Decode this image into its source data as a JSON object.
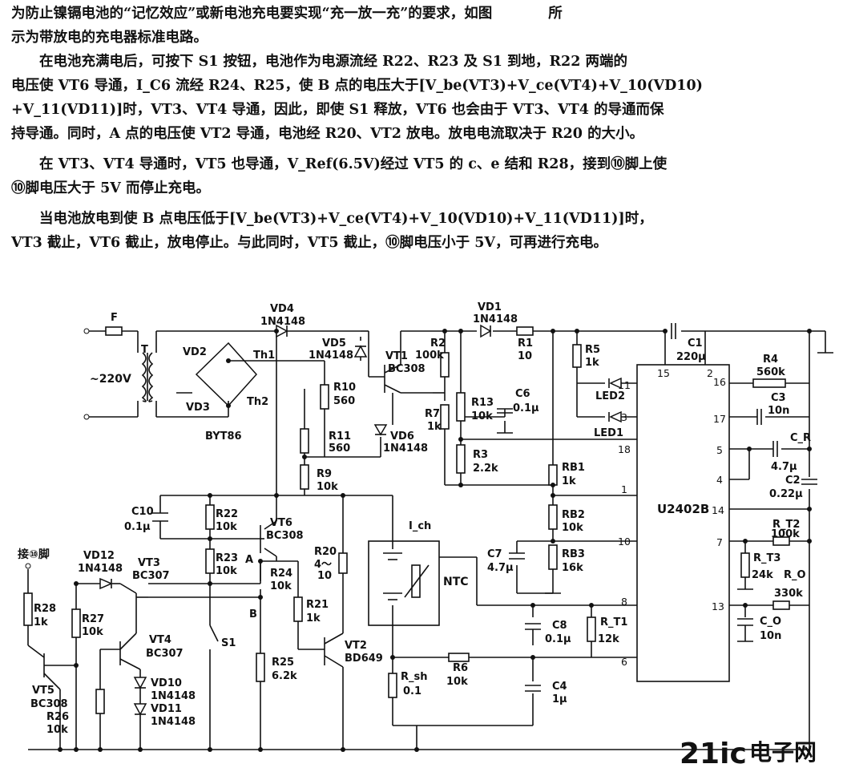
{
  "article": {
    "paragraphs": [
      "为防止镍镉电池的“记忆效应”或新电池充电要实现“充一放一充”的要求，如图　　　　所",
      "示为带放电的充电器标准电路。",
      "　　在电池充满电后，可按下 S1 按钮，电池作为电源流经 R22、R23 及 S1 到地，R22 两端的",
      "电压使 VT6 导通，I_C6 流经 R24、R25，使 B 点的电压大于[V_be(VT3)+V_ce(VT4)+V_10(VD10)",
      "+V_11(VD11)]时，VT3、VT4 导通，因此，即使 S1 释放，VT6 也会由于 VT3、VT4 的导通而保",
      "持导通。同时，A 点的电压使 VT2 导通，电池经 R20、VT2 放电。放电电流取决于 R20 的大小。",
      "　　在 VT3、VT4 导通时，VT5 也导通，V_Ref(6.5V)经过 VT5 的 c、e 结和 R28，接到⑩脚上使",
      "⑩脚电压大于 5V 而停止充电。",
      "　　当电池放电到使 B 点电压低于[V_be(VT3)+V_ce(VT4)+V_10(VD10)+V_11(VD11)]时，",
      "VT3 截止，VT6 截止，放电停止。与此同时，VT5 截止，⑩脚电压小于 5V，可再进行充电。"
    ]
  },
  "schematic": {
    "ic": {
      "name": "U2402B"
    },
    "pins": [
      "15",
      "2",
      "11",
      "3",
      "18",
      "1",
      "10",
      "8",
      "6",
      "16",
      "17",
      "5",
      "4",
      "14",
      "7",
      "13"
    ],
    "labels": {
      "F": "F",
      "T": "T",
      "mains": "~220V",
      "vd4": "VD4",
      "vd4v": "1N4148",
      "vd5": "VD5",
      "vd5v": "1N4148",
      "vd2": "VD2",
      "vd3": "VD3",
      "th1": "Th1",
      "th2": "Th2",
      "byt": "BYT86",
      "r10": "R10",
      "r10v": "560",
      "r11": "R11",
      "r11v": "560",
      "vt1": "VT1",
      "vt1v": "BC308",
      "vd6": "VD6",
      "vd6v": "1N4148",
      "r2": "R2",
      "r2v": "100k",
      "r7": "R7",
      "r7v": "1k",
      "r13": "R13",
      "r13v": "10k",
      "c6": "C6",
      "c6v": "0.1μ",
      "r3": "R3",
      "r3v": "2.2k",
      "vd1": "VD1",
      "vd1v": "1N4148",
      "r1": "R1",
      "r1v": "10",
      "r5": "R5",
      "r5v": "1k",
      "led2": "LED2",
      "led1": "LED1",
      "c1": "C1",
      "c1v": "220μ",
      "rb1": "RB1",
      "rb1v": "1k",
      "rb2": "RB2",
      "rb2v": "10k",
      "rb3": "RB3",
      "rb3v": "16k",
      "c7": "C7",
      "c7v": "4.7μ",
      "r9": "R9",
      "r9v": "10k",
      "c10": "C10",
      "c10v": "0.1μ",
      "r22": "R22",
      "r22v": "10k",
      "vt6": "VT6",
      "vt6v": "BC308",
      "r23": "R23",
      "r23v": "10k",
      "r24": "R24",
      "r24v": "10k",
      "a": "A",
      "b": "B",
      "r20": "R20",
      "r20v": "4～",
      "r20v2": "10",
      "r21": "R21",
      "r21v": "1k",
      "vt2": "VT2",
      "vt2v": "BD649",
      "r25": "R25",
      "r25v": "6.2k",
      "s1": "S1",
      "ich": "I_ch",
      "ntc": "NTC",
      "rsh": "R_sh",
      "rshv": "0.1",
      "r6": "R6",
      "r6v": "10k",
      "c8": "C8",
      "c8v": "0.1μ",
      "c4": "C4",
      "c4v": "1μ",
      "rt1": "R_T1",
      "rt1v": "12k",
      "pin10": "接⑩脚",
      "vd12": "VD12",
      "vd12v": "1N4148",
      "vt3": "VT3",
      "vt3v": "BC307",
      "vt4": "VT4",
      "vt4v": "BC307",
      "r28": "R28",
      "r28v": "1k",
      "r27": "R27",
      "r27v": "10k",
      "vt5": "VT5",
      "vt5v": "BC308",
      "r26": "R26",
      "r26v": "10k",
      "vd10": "VD10",
      "vd10v": "1N4148",
      "vd11": "VD11",
      "vd11v": "1N4148",
      "r4": "R4",
      "r4v": "560k",
      "c3": "C3",
      "c3v": "10n",
      "cr": "C_R",
      "crv": "4.7μ",
      "c2": "C2",
      "c2v": "0.22μ",
      "rt2": "R_T2",
      "rt2v": "100k",
      "rt3": "R_T3",
      "rt3v": "24k",
      "ro": "R_O",
      "rov": "330k",
      "co": "C_O",
      "cov": "10n"
    },
    "watermark": {
      "left": "21ic",
      "right": "电子网"
    }
  }
}
